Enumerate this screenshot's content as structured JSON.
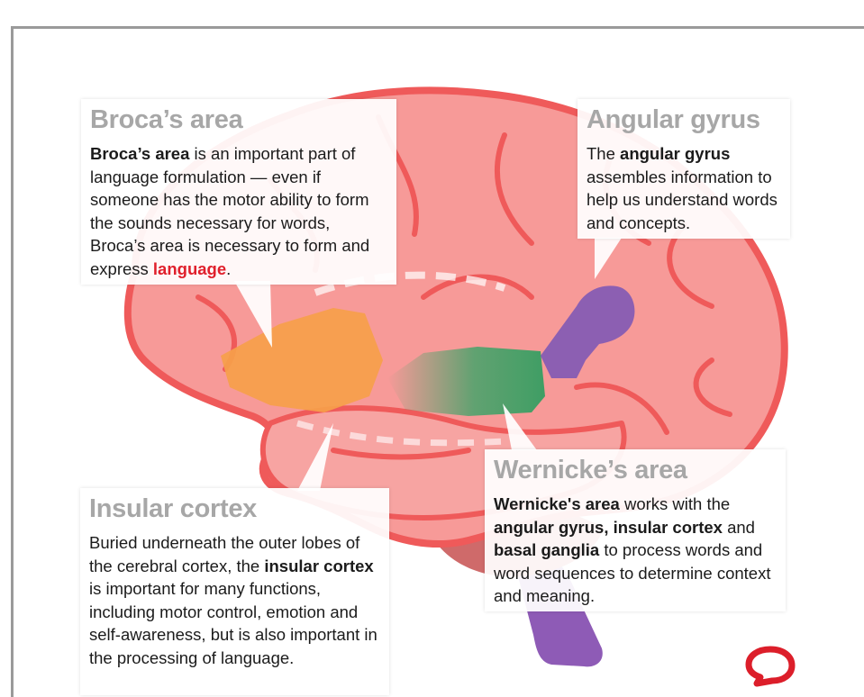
{
  "callouts": {
    "broca": {
      "title": "Broca’s area",
      "bold": "Broca’s area",
      "text1": " is an important part of language formulation — even if someone has the motor ability to form the sounds necessary for words, Broca’s area is necessary to form and express ",
      "highlight": "language",
      "text2": "."
    },
    "angular": {
      "title": "Angular gyrus",
      "text1": "The ",
      "bold": "angular gyrus",
      "text2": " assembles information to help us understand words and concepts."
    },
    "wernicke": {
      "title": "Wernicke’s area",
      "bold1": "Wernicke's area",
      "text1": " works with the ",
      "bold2": "angular gyrus, insular cortex",
      "text2": " and ",
      "bold3": "basal ganglia",
      "text3": " to process words and word sequences to determine context and meaning."
    },
    "insular": {
      "title": "Insular cortex",
      "text1": "Buried underneath the outer lobes of the cerebral cortex, the ",
      "bold": "insular cortex",
      "text2": " is important for many functions, including motor control, emotion and self-awareness, but is also important in the processing of language."
    }
  },
  "colors": {
    "brain": "#f79a98",
    "brain_outline": "#ef5a5a",
    "broca_region": "#f6a04a",
    "wernicke_region": "#46a36a",
    "angular_region": "#7f59b5",
    "cerebellum": "#cf6a6a",
    "brainstem": "#8e5bb6",
    "logo": "#dc1e2a"
  },
  "icons": {
    "logo": "speech-bubble-logo-icon"
  }
}
